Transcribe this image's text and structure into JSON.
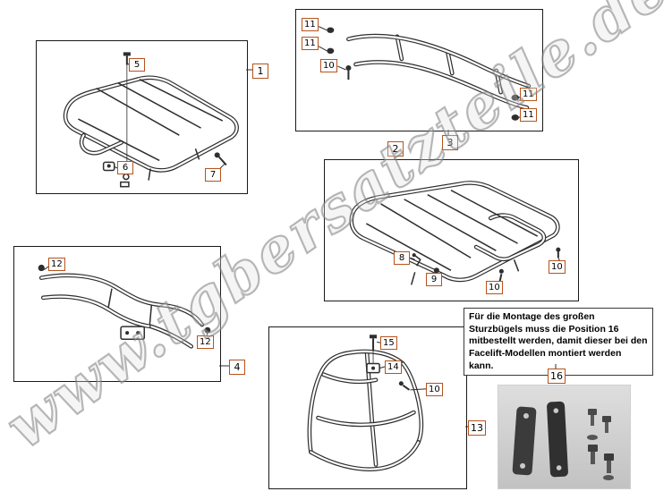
{
  "colors": {
    "callout_border": "#b5531d",
    "drawing_line": "#2e2e2e",
    "box_border": "#1a1a1a",
    "kit_background": "#c2c2c2"
  },
  "watermark_text": "www.tgbersatzteile.de",
  "note": {
    "text": "Für die Montage des großen Sturzbügels muss die Position 16 mitbestellt werden, damit dieser bei den Facelift-Modellen montiert werden kann."
  },
  "parts": {
    "rack_small": {
      "label": "1",
      "callout_bolt": "5",
      "callout_bracket": "6",
      "callout_screw": "7"
    },
    "rear_bar": {
      "label": "3",
      "callout_grommet_a": "11",
      "callout_grommet_b": "11",
      "callout_bolt": "10",
      "callout_cap_a": "11",
      "callout_cap_b": "11"
    },
    "rack_large": {
      "label": "2",
      "callout_bracket": "8",
      "callout_nut": "9",
      "callout_screw_a": "10",
      "callout_screw_b": "10"
    },
    "front_bumper": {
      "label": "4",
      "callout_cap_a": "12",
      "callout_cap_b": "12"
    },
    "crash_bar": {
      "label": "13",
      "callout_bolt": "15",
      "callout_bracket": "14",
      "callout_screw": "10"
    },
    "mount_kit": {
      "label": "16"
    }
  }
}
